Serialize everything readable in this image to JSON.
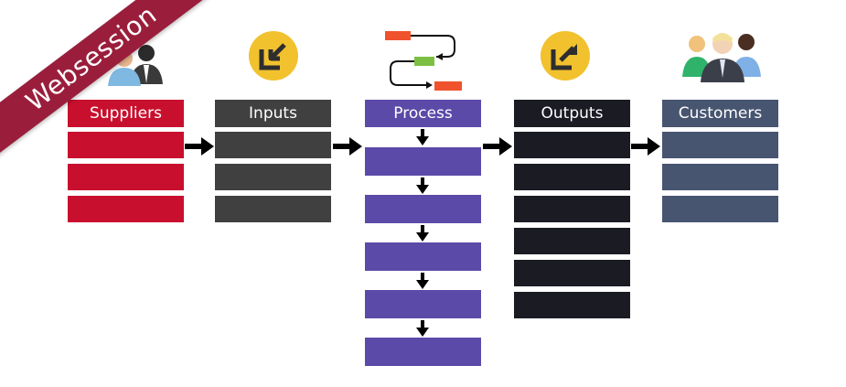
{
  "banner": {
    "label": "Websession"
  },
  "columns": [
    {
      "id": "suppliers",
      "label": "Suppliers",
      "head_color": "#c8102e",
      "row_color": "#c8102e",
      "rows": 3
    },
    {
      "id": "inputs",
      "label": "Inputs",
      "head_color": "#404040",
      "row_color": "#404040",
      "rows": 3
    },
    {
      "id": "process",
      "label": "Process",
      "head_color": "#5b4aa8",
      "row_color": "#5b4aa8",
      "rows": 5
    },
    {
      "id": "outputs",
      "label": "Outputs",
      "head_color": "#1b1b24",
      "row_color": "#1b1b24",
      "rows": 6
    },
    {
      "id": "customers",
      "label": "Customers",
      "head_color": "#475570",
      "row_color": "#475570",
      "rows": 3
    }
  ],
  "icons": {
    "suppliers": "suppliers-people-icon",
    "inputs": "import-icon",
    "process": "process-flow-icon",
    "outputs": "export-icon",
    "customers": "customers-people-icon"
  },
  "colors": {
    "icon_yellow": "#f2c12e",
    "flow_red": "#f0522d",
    "flow_green": "#7bc043",
    "arrow": "#000000"
  }
}
